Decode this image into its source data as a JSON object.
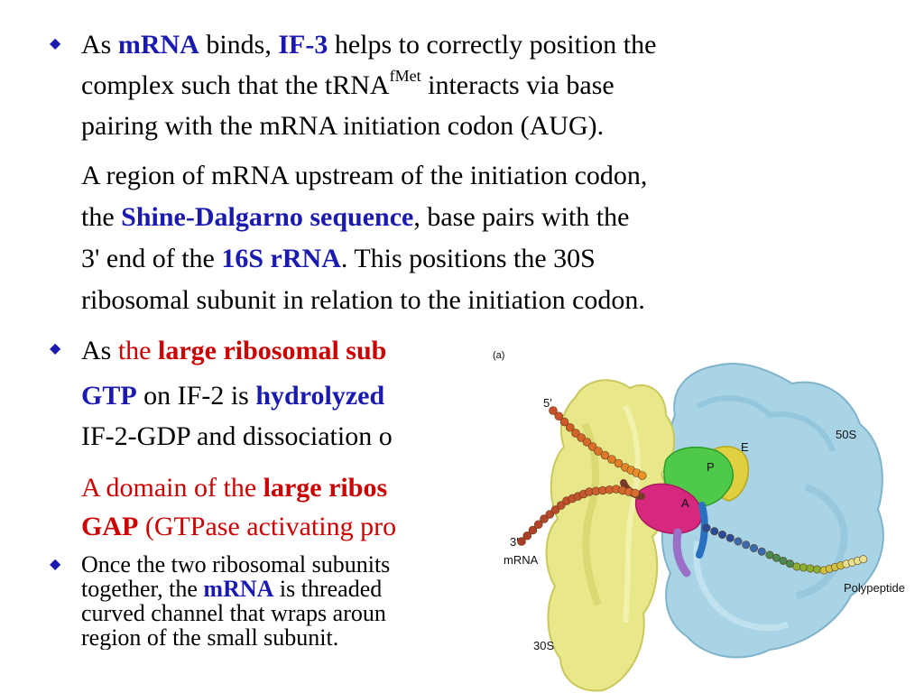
{
  "p1": {
    "t1": "As ",
    "b1": "mRNA",
    "t2": " binds, ",
    "b2": "IF-3",
    "t3": " helps to correctly position the",
    "l2a": "complex such that the tRNA",
    "l2sup": "fMet",
    "l2b": " interacts via base",
    "l3": "pairing with the mRNA initiation codon (AUG)."
  },
  "p2": {
    "l1": "A region of mRNA upstream of the initiation codon,",
    "l2a": "the ",
    "l2b": "Shine-Dalgarno sequence",
    "l2c": ", base pairs with the",
    "l3a": "3' end of the ",
    "l3b": "16S rRNA",
    "l3c": ". This positions the 30S",
    "l4": "ribosomal subunit in relation to the initiation codon."
  },
  "p3": {
    "t1": "As ",
    "r1": "the ",
    "rb1": "large ribosomal sub",
    "l2a": "GTP",
    "l2b": " on IF-2 is ",
    "l2c": "hydrolyzed",
    "l3": "IF-2-GDP and dissociation o"
  },
  "p4": {
    "l1a": "A domain of the ",
    "l1b": "large ribos",
    "l2a": "GAP",
    "l2b": " (GTPase activating pro"
  },
  "p5": {
    "l1": "Once the two ribosomal subunits",
    "l2a": "together, the ",
    "l2b": "mRNA",
    "l2c": " is threaded",
    "l3": "curved channel that wraps aroun",
    "l4": "region of the small subunit."
  },
  "figure": {
    "panel": "(a)",
    "five_prime": "5′",
    "three_prime": "3′",
    "mrna": "mRNA",
    "s30": "30S",
    "s50": "50S",
    "e": "E",
    "p": "P",
    "a": "A",
    "polypeptide": "Polypeptide"
  },
  "colors": {
    "accent_blue": "#1a1ab0",
    "accent_red": "#cc0000",
    "subunit_30s": "#e8e88a",
    "subunit_50s": "#a9d4e6"
  },
  "icons": [
    "diamond-bullet-icon"
  ]
}
